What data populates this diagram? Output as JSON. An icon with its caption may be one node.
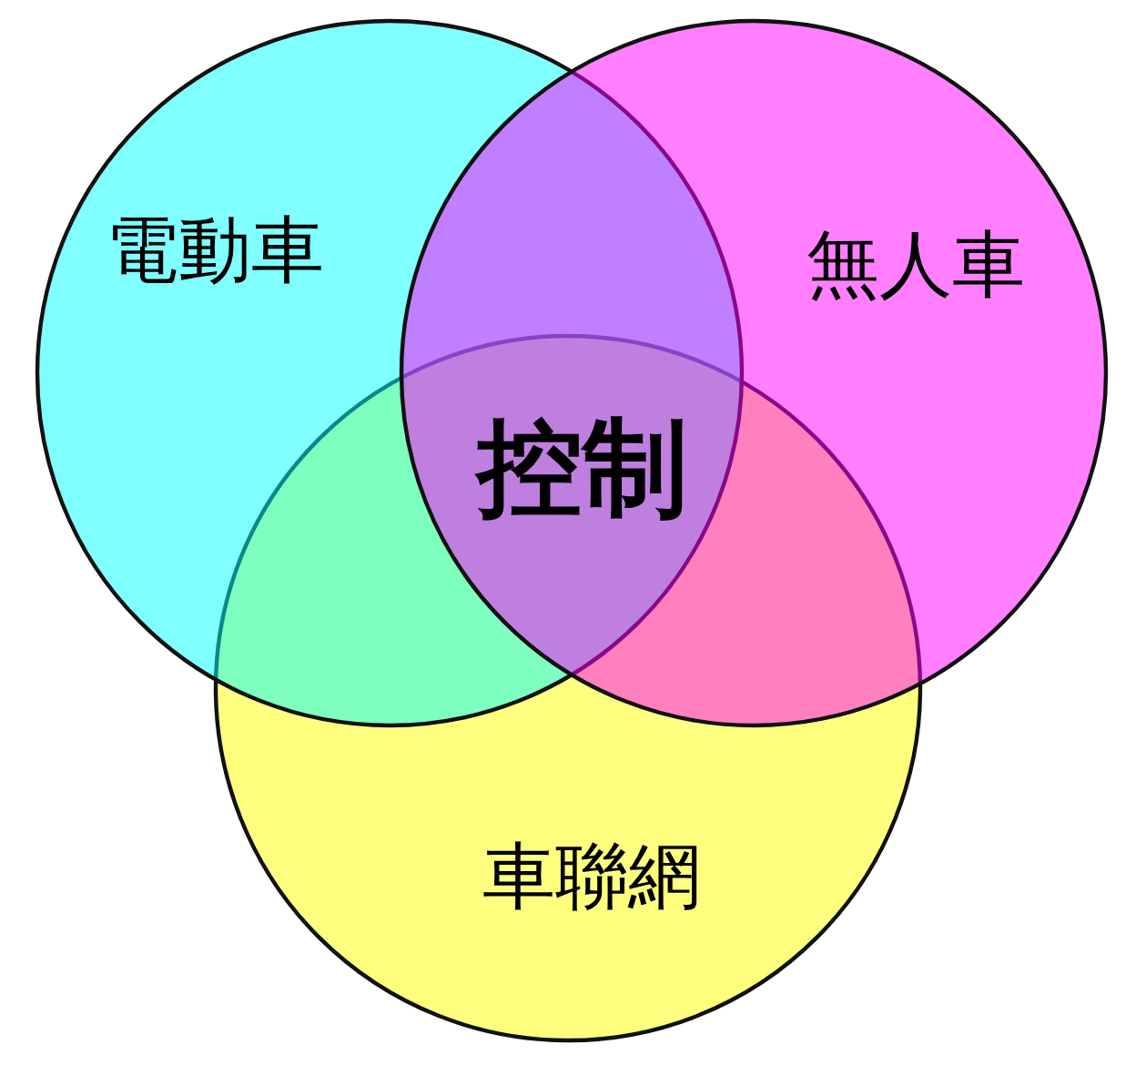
{
  "diagram": {
    "nodes": [
      {
        "text": [
          "電動車"
        ]
      },
      {
        "text": [
          "無人車"
        ]
      },
      {
        "text": [
          "車聯網"
        ]
      }
    ],
    "labels": [
      "控制"
    ]
  }
}
